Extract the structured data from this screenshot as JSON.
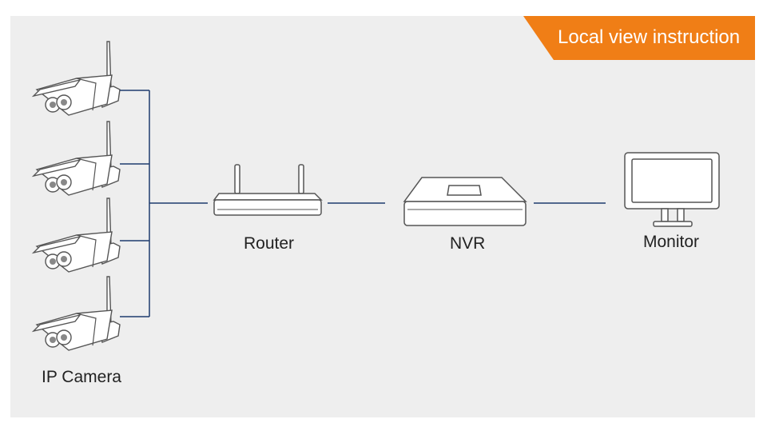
{
  "banner": {
    "title": "Local view instruction",
    "color": "#f07e16"
  },
  "labels": {
    "ip_camera": "IP Camera",
    "router": "Router",
    "nvr": "NVR",
    "monitor": "Monitor"
  },
  "colors": {
    "background": "#eeeeee",
    "line": "#1e3c6e",
    "device_stroke": "#555555",
    "device_fill": "#ffffff"
  },
  "cameras": [
    {
      "name": "ip-camera-1"
    },
    {
      "name": "ip-camera-2"
    },
    {
      "name": "ip-camera-3"
    },
    {
      "name": "ip-camera-4"
    }
  ]
}
